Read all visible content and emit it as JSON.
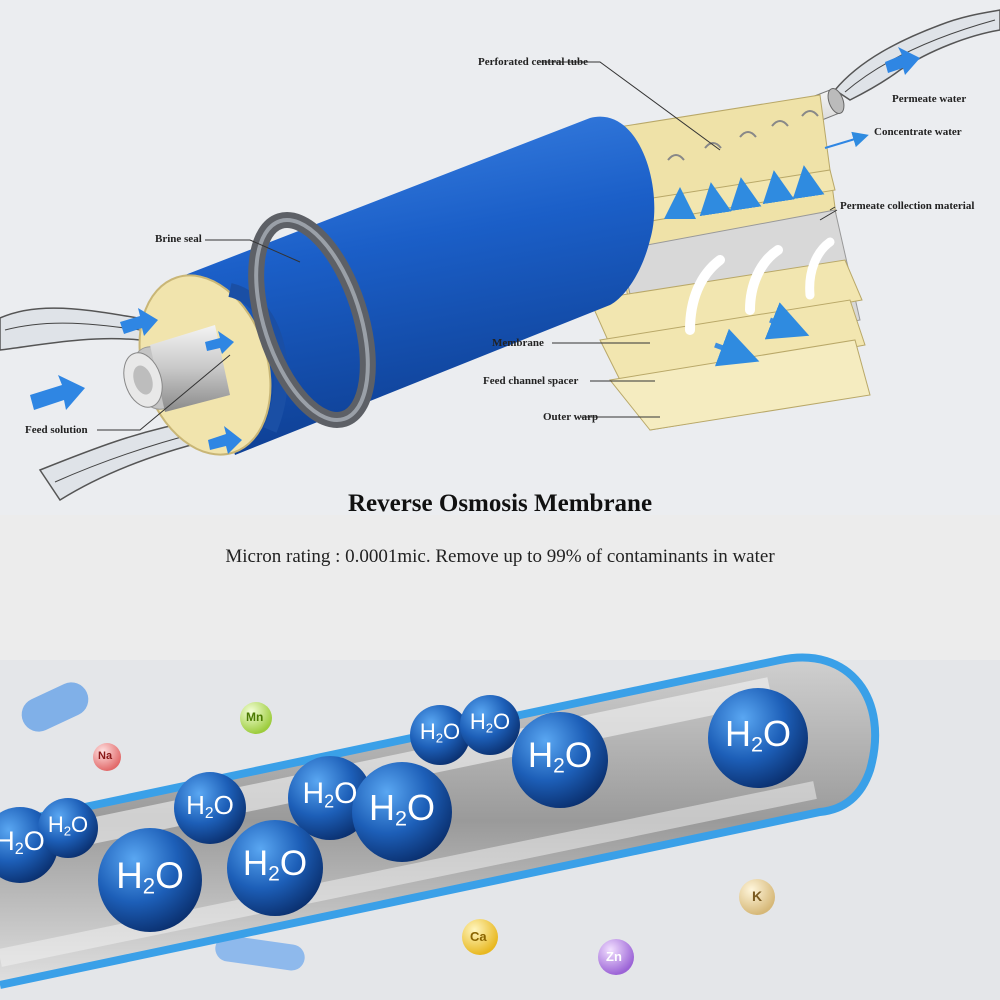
{
  "labels": {
    "perforated_tube": "Perforated central tube",
    "permeate_water": "Permeate water",
    "concentrate_water": "Concentrate water",
    "permeate_collection": "Permeate collection material",
    "brine_seal": "Brine seal",
    "membrane": "Membrane",
    "feed_spacer": "Feed channel spacer",
    "outer_warp": "Outer warp",
    "feed_solution": "Feed solution"
  },
  "title": "Reverse Osmosis Membrane",
  "subtitle": "Micron rating : 0.0001mic. Remove up to 99% of contaminants in water",
  "water_molecule_label": "H2O",
  "minerals": {
    "mn": "Mn",
    "na": "Na",
    "k": "K",
    "ca": "Ca",
    "zn": "Zn"
  },
  "colors": {
    "membrane_blue": "#1a5fc4",
    "spiral_cream": "#f2e6b0",
    "molecule_blue": "#1d5fb8",
    "tube_edge": "#3aa0e8",
    "background": "#ececec"
  }
}
